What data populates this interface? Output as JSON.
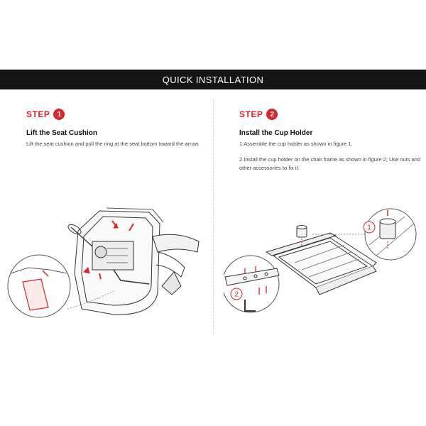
{
  "header": {
    "title": "QUICK INSTALLATION"
  },
  "steps": [
    {
      "label": "STEP",
      "number": "1",
      "title": "Lift the  Seat Cushion",
      "paragraphs": [
        "Lift the seat cushion and pull the ring at the seat bottom toward the arrow."
      ]
    },
    {
      "label": "STEP",
      "number": "2",
      "title": "Install the Cup Holder",
      "paragraphs": [
        "1.Assemble the cup holder as shown in figure 1.",
        "2.Install the cup holder on the chair frame as shown in figure 2; Use nuts and other accessories to fix it."
      ]
    }
  ],
  "figures": {
    "figure2_callouts": [
      "1",
      "2"
    ]
  },
  "colors": {
    "accent": "#d9262c",
    "banner": "#151515"
  }
}
